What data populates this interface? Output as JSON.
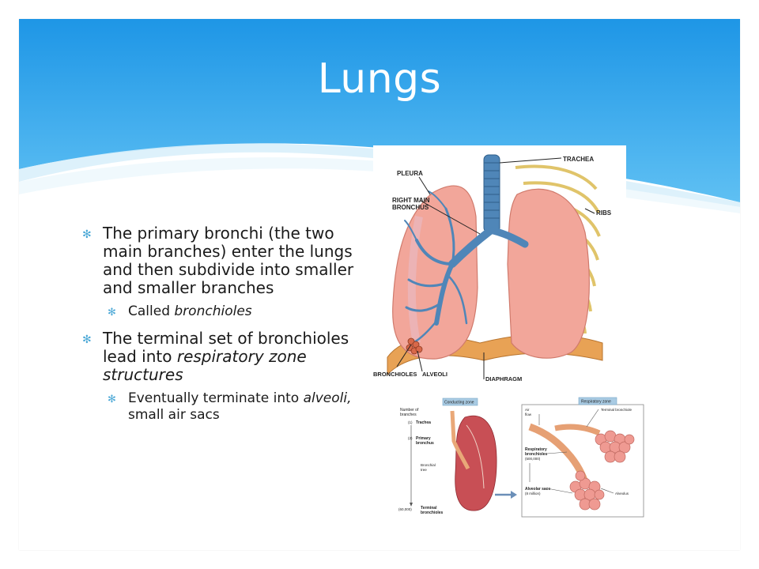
{
  "slide": {
    "title": "Lungs",
    "bullets": [
      {
        "text": "The primary bronchi (the two main branches) enter the lungs and then subdivide into smaller and smaller branches",
        "sub": [
          {
            "prefix": "Called ",
            "emph": "bronchioles",
            "suffix": ""
          }
        ]
      },
      {
        "prefix": "The terminal set of bronchioles lead into ",
        "emph": "respiratory zone structures",
        "sub": [
          {
            "prefix": "Eventually terminate into ",
            "emph": "alveoli,",
            "suffix": " small air sacs"
          }
        ]
      }
    ]
  },
  "figure_main": {
    "labels": {
      "trachea": "TRACHEA",
      "pleura": "PLEURA",
      "right_main_bronchus_1": "RIGHT MAIN",
      "right_main_bronchus_2": "BRONCHUS",
      "ribs": "RIBS",
      "bronchioles": "BRONCHIOLES",
      "alveoli": "ALVEOLI",
      "diaphragm": "DIAPHRAGM"
    }
  },
  "figure_small": {
    "labels": {
      "conducting_zone": "Conducting zone",
      "respiratory_zone": "Respiratory zone",
      "number_of_branches_1": "Number of",
      "number_of_branches_2": "branches",
      "trachea": "Trachea",
      "primary_bronchus_1": "Primary",
      "primary_bronchus_2": "bronchus",
      "bronchial_tree_1": "Bronchial",
      "bronchial_tree_2": "tree",
      "terminal_bronchioles_1": "Terminal",
      "terminal_bronchioles_2": "bronchioles",
      "count_1": "(1)",
      "count_2": "(2)",
      "count_60000": "(60,000)",
      "air_flow_1": "Air",
      "air_flow_2": "flow",
      "terminal_bronchiole": "Terminal bronchiole",
      "respiratory_bronchioles_1": "Respiratory",
      "respiratory_bronchioles_2": "bronchioles",
      "respiratory_bronchioles_3": "(500,000)",
      "alveolar_sacs_1": "Alveolar sacs",
      "alveolar_sacs_2": "(8 million)",
      "alveolus": "Alveolus"
    }
  },
  "colors": {
    "header_top": "#1e96e6",
    "header_bottom": "#5fc0f3",
    "bullet_marker": "#4ba8d6",
    "lung_pink": "#f2a69a",
    "bronchi_blue": "#4f86b8",
    "diaphragm_orange": "#e8a255"
  }
}
